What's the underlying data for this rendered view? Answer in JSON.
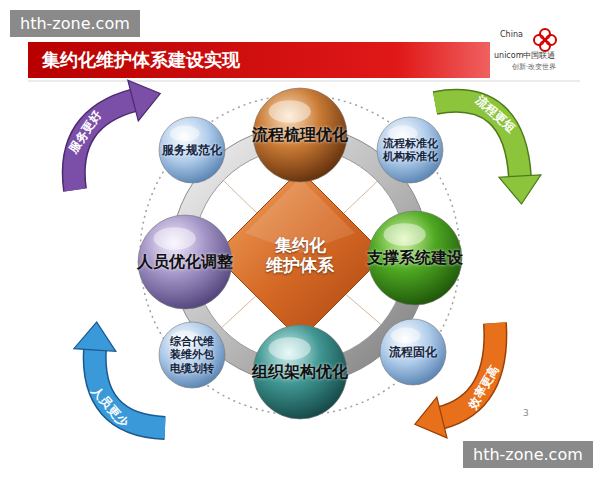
{
  "diagram": {
    "title": "集约化维护体系建设实现",
    "nodes": [
      {
        "text": [
          "服务更好"
        ]
      },
      {
        "text": [
          "流程更短"
        ]
      },
      {
        "text": [
          "流程梳理优化"
        ]
      },
      {
        "text": [
          "服务规范化"
        ]
      },
      {
        "text": [
          "流程标准化 机构标准化"
        ]
      },
      {
        "text": [
          "集约化 维护体系"
        ]
      },
      {
        "text": [
          "人员优化调整"
        ]
      },
      {
        "text": [
          "支撑系统建设"
        ]
      },
      {
        "text": [
          "综合代维 装维外包 电缆划转"
        ]
      },
      {
        "text": [
          "流程固化"
        ]
      },
      {
        "text": [
          "组织架构优化"
        ]
      },
      {
        "text": [
          "人员更少"
        ]
      },
      {
        "text": [
          "效率更高"
        ]
      }
    ],
    "labels": [
      "hth-zone.com",
      "China",
      "unicom中国联通",
      "创新·改变世界",
      "3",
      "hth-zone.com"
    ]
  }
}
